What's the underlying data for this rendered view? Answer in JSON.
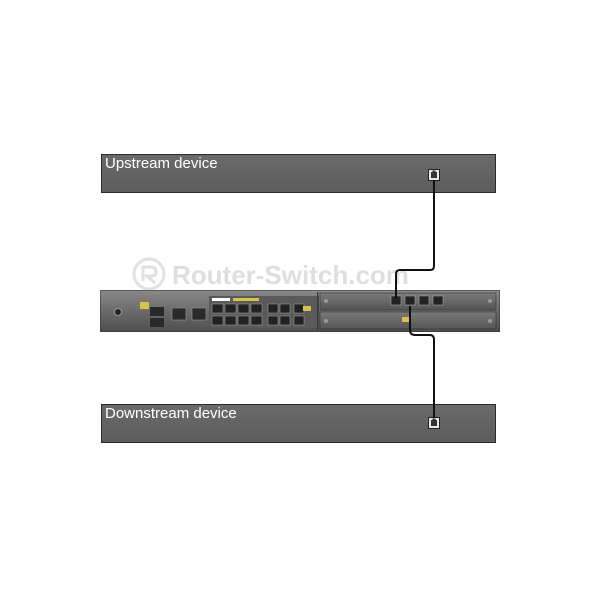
{
  "upstream": {
    "label": "Upstream device"
  },
  "downstream": {
    "label": "Downstream device"
  },
  "watermark": {
    "text": "Router-Switch.com"
  },
  "colors": {
    "box": "#5f5f5f",
    "box_border": "#2b2b2b",
    "label": "#ffffff",
    "cable": "#111111",
    "chassis": "#6e6e6e"
  },
  "icons": [
    "rj45-port-icon",
    "watermark-logo-icon"
  ]
}
